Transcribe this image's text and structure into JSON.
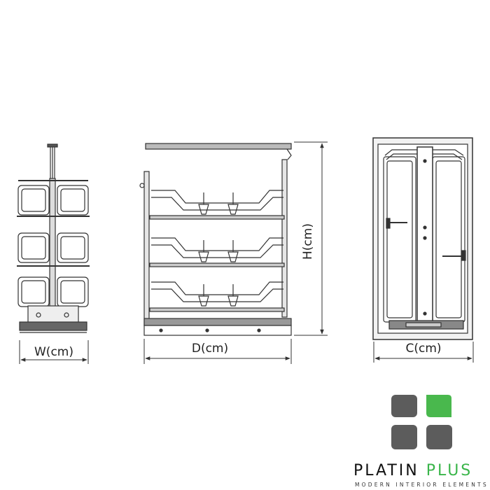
{
  "dimensions": {
    "width_label": "W(cm)",
    "depth_label": "D(cm)",
    "height_label": "H(cm)",
    "cabinet_label": "C(cm)"
  },
  "brand": {
    "name_part1": "PLATIN",
    "name_part2": "PLUS",
    "tagline": "MODERN INTERIOR ELEMENTS",
    "colors": {
      "tile_dark": "#5c5c5c",
      "tile_green": "#49b84d",
      "text": "#111111"
    }
  }
}
